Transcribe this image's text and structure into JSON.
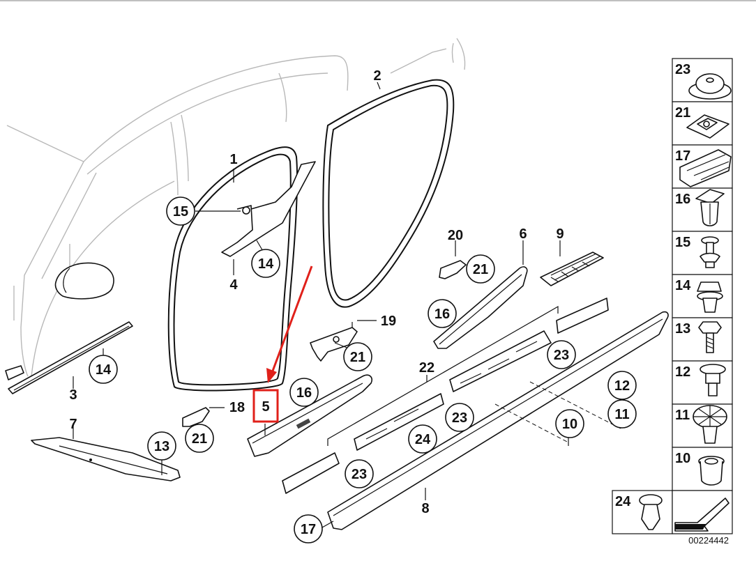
{
  "diagram": {
    "title": "",
    "diagram_number": "00224442",
    "highlight_color": "#e0201a",
    "highlighted_part": "5",
    "callouts": [
      {
        "id": "c15",
        "label": "15"
      },
      {
        "id": "c14a",
        "label": "14"
      },
      {
        "id": "c14b",
        "label": "14"
      },
      {
        "id": "c16a",
        "label": "16"
      },
      {
        "id": "c16b",
        "label": "16"
      },
      {
        "id": "c21a",
        "label": "21"
      },
      {
        "id": "c21b",
        "label": "21"
      },
      {
        "id": "c21c",
        "label": "21"
      },
      {
        "id": "c23a",
        "label": "23"
      },
      {
        "id": "c23b",
        "label": "23"
      },
      {
        "id": "c23c",
        "label": "23"
      },
      {
        "id": "c24",
        "label": "24"
      },
      {
        "id": "c13",
        "label": "13"
      },
      {
        "id": "c12",
        "label": "12"
      },
      {
        "id": "c11",
        "label": "11"
      },
      {
        "id": "c10",
        "label": "10"
      },
      {
        "id": "c17",
        "label": "17"
      }
    ],
    "labels": [
      {
        "id": "l1",
        "label": "1"
      },
      {
        "id": "l2",
        "label": "2"
      },
      {
        "id": "l3",
        "label": "3"
      },
      {
        "id": "l4",
        "label": "4"
      },
      {
        "id": "l5",
        "label": "5"
      },
      {
        "id": "l6",
        "label": "6"
      },
      {
        "id": "l7",
        "label": "7"
      },
      {
        "id": "l8",
        "label": "8"
      },
      {
        "id": "l9",
        "label": "9"
      },
      {
        "id": "l18",
        "label": "18"
      },
      {
        "id": "l19",
        "label": "19"
      },
      {
        "id": "l20",
        "label": "20"
      },
      {
        "id": "l22",
        "label": "22"
      }
    ],
    "legend": [
      {
        "label": "23",
        "icon": "cap-icon"
      },
      {
        "label": "21",
        "icon": "clip-nut-icon"
      },
      {
        "label": "17",
        "icon": "clip-bracket-icon"
      },
      {
        "label": "16",
        "icon": "expanding-rivet-icon"
      },
      {
        "label": "15",
        "icon": "screw-pin-icon"
      },
      {
        "label": "14",
        "icon": "push-clip-icon"
      },
      {
        "label": "13",
        "icon": "hex-screw-icon"
      },
      {
        "label": "12",
        "icon": "stud-icon"
      },
      {
        "label": "11",
        "icon": "spreader-clip-icon"
      },
      {
        "label": "10",
        "icon": "grommet-icon"
      },
      {
        "label": "24",
        "icon": "rivet-clip-icon"
      }
    ]
  }
}
